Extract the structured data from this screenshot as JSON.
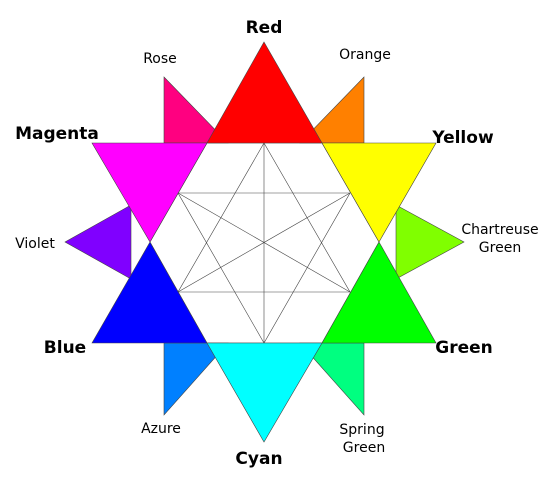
{
  "primaries": {
    "red": {
      "label": "Red",
      "color": "#ff0000"
    },
    "yellow": {
      "label": "Yellow",
      "color": "#ffff00"
    },
    "green": {
      "label": "Green",
      "color": "#00ff00"
    },
    "cyan": {
      "label": "Cyan",
      "color": "#00ffff"
    },
    "blue": {
      "label": "Blue",
      "color": "#0000ff"
    },
    "magenta": {
      "label": "Magenta",
      "color": "#ff00ff"
    }
  },
  "tertiaries": {
    "orange": {
      "label": "Orange",
      "color": "#ff8000"
    },
    "chartreuse": {
      "line1": "Chartreuse",
      "line2": "Green",
      "color": "#80ff00"
    },
    "spring": {
      "line1": "Spring",
      "line2": "Green",
      "color": "#00ff80"
    },
    "azure": {
      "label": "Azure",
      "color": "#0080ff"
    },
    "violet": {
      "label": "Violet",
      "color": "#8000ff"
    },
    "rose": {
      "label": "Rose",
      "color": "#ff0080"
    }
  }
}
